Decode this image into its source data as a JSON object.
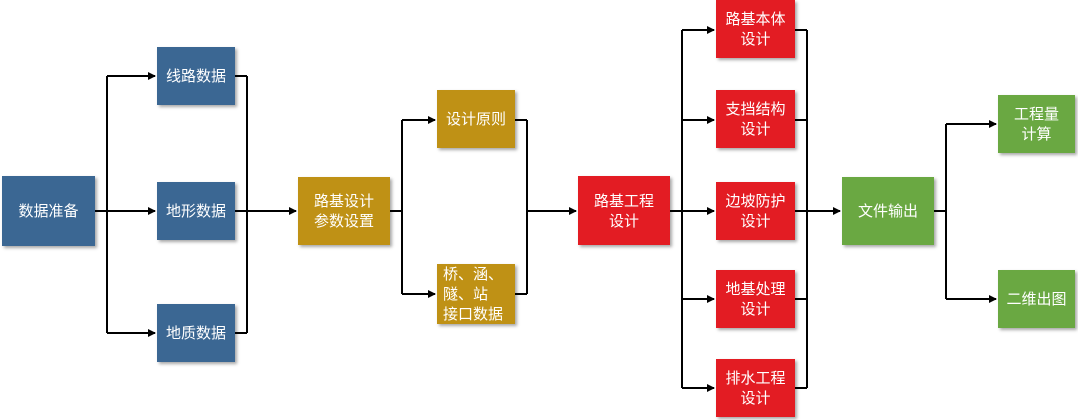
{
  "nodes": {
    "data_prep": "数据准备",
    "route_data": "线路数据",
    "terrain_data": "地形数据",
    "geology_data": "地质数据",
    "params_line1": "路基设计",
    "params_line2": "参数设置",
    "design_principles": "设计原则",
    "interface_line1": "桥、涵、",
    "interface_line2": "隧、站",
    "interface_line3": "接口数据",
    "subgrade_eng_line1": "路基工程",
    "subgrade_eng_line2": "设计",
    "body_line1": "路基本体",
    "body_line2": "设计",
    "retaining_line1": "支挡结构",
    "retaining_line2": "设计",
    "slope_line1": "边坡防护",
    "slope_line2": "设计",
    "foundation_line1": "地基处理",
    "foundation_line2": "设计",
    "drainage_line1": "排水工程",
    "drainage_line2": "设计",
    "file_output": "文件输出",
    "quantity_line1": "工程量",
    "quantity_line2": "计算",
    "drawing_2d": "二维出图"
  },
  "colors": {
    "blue": "#3b6793",
    "gold": "#bf9115",
    "red": "#e31c23",
    "green": "#6aa842",
    "connector": "#000000"
  }
}
